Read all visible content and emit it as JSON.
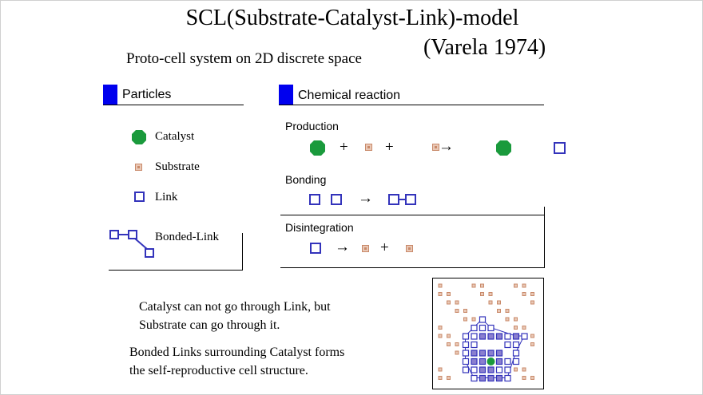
{
  "slide": {
    "title": "SCL(Substrate-Catalyst-Link)-model",
    "author_year": "(Varela 1974)",
    "subtitle": "Proto-cell system on 2D discrete space"
  },
  "legend": {
    "heading": "Particles",
    "items": [
      {
        "name": "catalyst",
        "label": "Catalyst"
      },
      {
        "name": "substrate",
        "label": "Substrate"
      },
      {
        "name": "link",
        "label": "Link"
      },
      {
        "name": "bonded-link",
        "label": "Bonded-Link"
      }
    ]
  },
  "reactions": {
    "heading": "Chemical reaction",
    "production": {
      "label": "Production",
      "plus": "+",
      "arrow": "→"
    },
    "bonding": {
      "label": "Bonding",
      "arrow": "→"
    },
    "disintegration": {
      "label": "Disintegration",
      "arrow": "→",
      "plus": "+"
    }
  },
  "notes": {
    "line1": "Catalyst can not go through Link,  but",
    "line2": "Substrate can go through it.",
    "line3": "Bonded Links surrounding Catalyst forms",
    "line4": "the self-reproductive cell structure."
  },
  "colors": {
    "catalyst": "#1a9a3c",
    "substrate": "#c98a6a",
    "link": "#3333bb",
    "bond_fill": "#8a7fcf",
    "heading_box": "#0000ee"
  }
}
